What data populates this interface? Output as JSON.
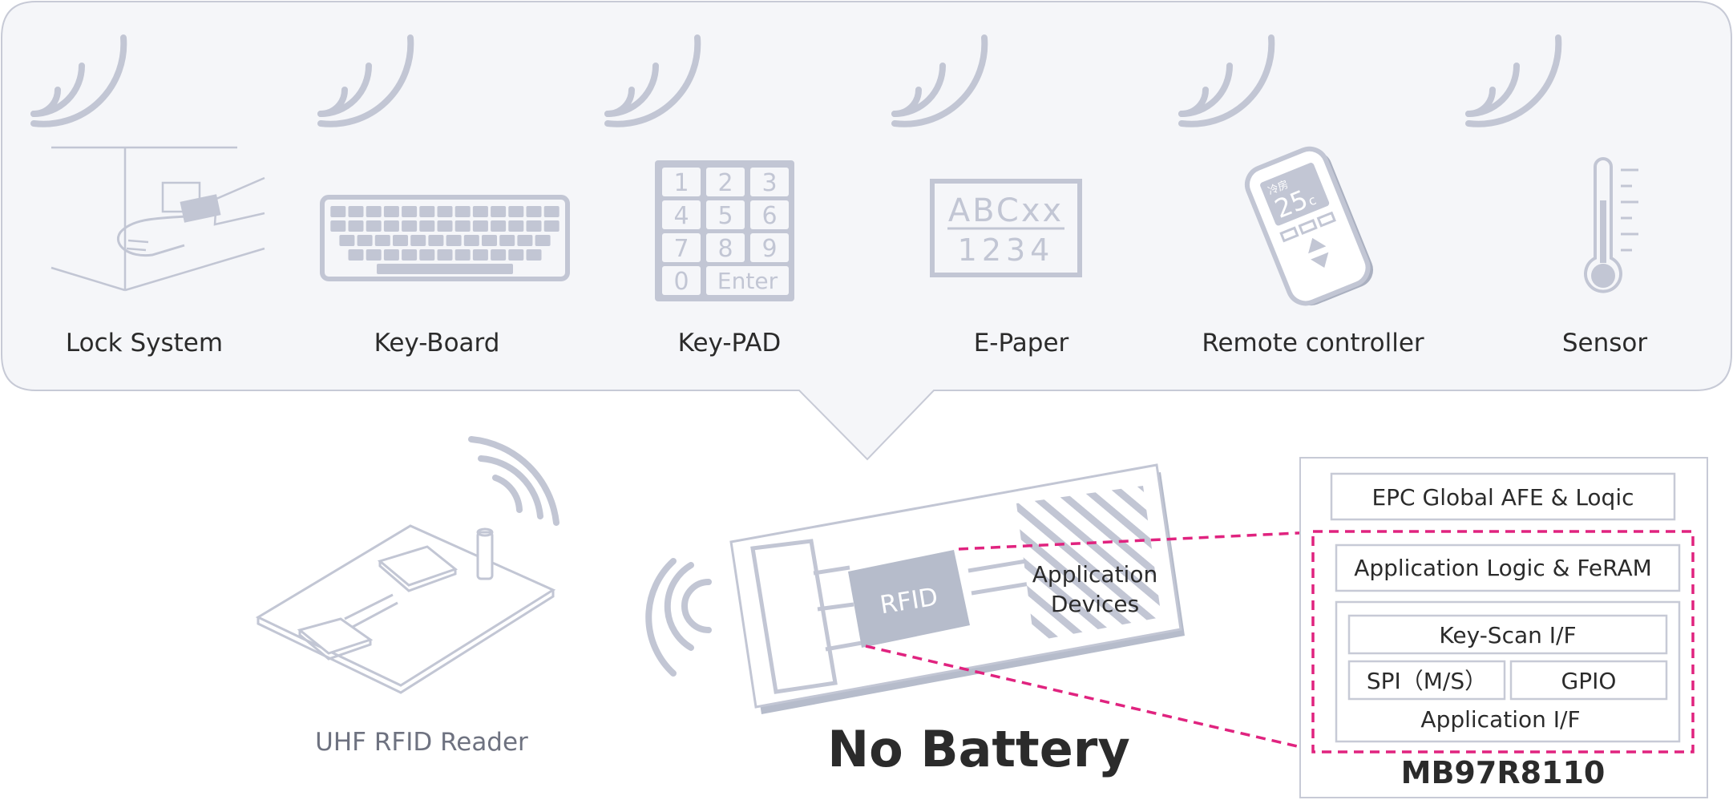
{
  "devices": [
    {
      "label": "Lock System"
    },
    {
      "label": "Key-Board"
    },
    {
      "label": "Key-PAD"
    },
    {
      "label": "E-Paper"
    },
    {
      "label": "Remote controller"
    },
    {
      "label": "Sensor"
    }
  ],
  "keypad": {
    "keys": [
      "1",
      "2",
      "3",
      "4",
      "5",
      "6",
      "7",
      "8",
      "9",
      "0"
    ],
    "enter": "Enter"
  },
  "epaper": {
    "line1": "ABCxx",
    "line2": "1234"
  },
  "remote": {
    "display_top": "冷房",
    "display_value": "25",
    "display_unit": "c"
  },
  "reader_label": "UHF RFID Reader",
  "tag": {
    "chip_label": "RFID",
    "app_label_1": "Application",
    "app_label_2": "Devices"
  },
  "no_battery": "No Battery",
  "chip": {
    "name": "MB97R8110",
    "epc": "EPC Global AFE & Loqic",
    "app_logic": "Application Logic & FeRAM",
    "keyscan": "Key-Scan I/F",
    "spi": "SPI（M/S）",
    "gpio": "GPIO",
    "app_if": "Application I/F"
  },
  "colors": {
    "icon_gray": "#c2c6d4",
    "panel_bg": "#f5f6f9",
    "panel_border": "#c7cad6",
    "highlight_magenta": "#e0237f",
    "text": "#2b2b2b"
  }
}
